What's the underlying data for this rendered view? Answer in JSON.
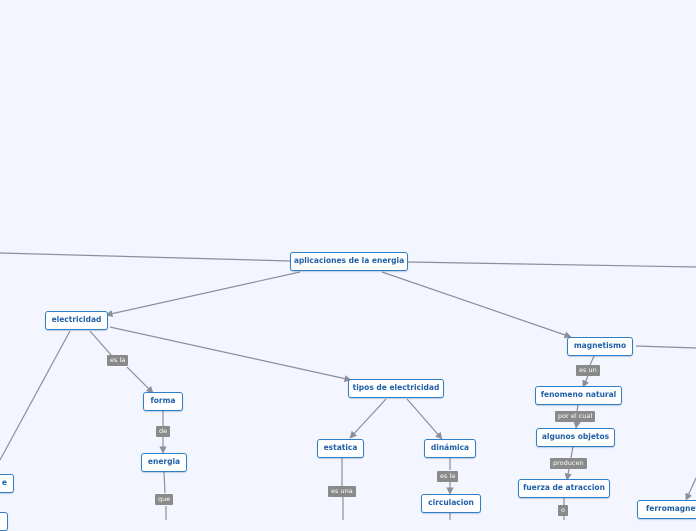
{
  "concept_map": {
    "root": "aplicaciones de la energia",
    "nodes": {
      "electricidad": "electricidad",
      "forma": "forma",
      "energia": "energia",
      "tipos_electricidad": "tipos de electricidad",
      "estatica": "estatica",
      "dinamica": "dinámica",
      "circulacion": "circulacion",
      "magnetismo": "magnetismo",
      "fenomeno_natural": "fenomeno natural",
      "algunos_objetos": "algunos objetos",
      "fuerza_atraccion": "fuerza de atraccion",
      "ferromagnetismo": "ferromagnetismo",
      "left_partial": "e"
    },
    "links": {
      "es_la_1": "es la",
      "de": "de",
      "que": "que",
      "es_una": "es una",
      "es_la_2": "es la",
      "es_un": "es un",
      "por_el_cual": "por el cual",
      "producen": "producen",
      "o": "o"
    }
  },
  "colors": {
    "background": "#f3f6fe",
    "node_border": "#2f7fc6",
    "node_text": "#1f5fa8",
    "link_label_bg": "#8a8a8a",
    "connector": "#8a8f9a"
  }
}
